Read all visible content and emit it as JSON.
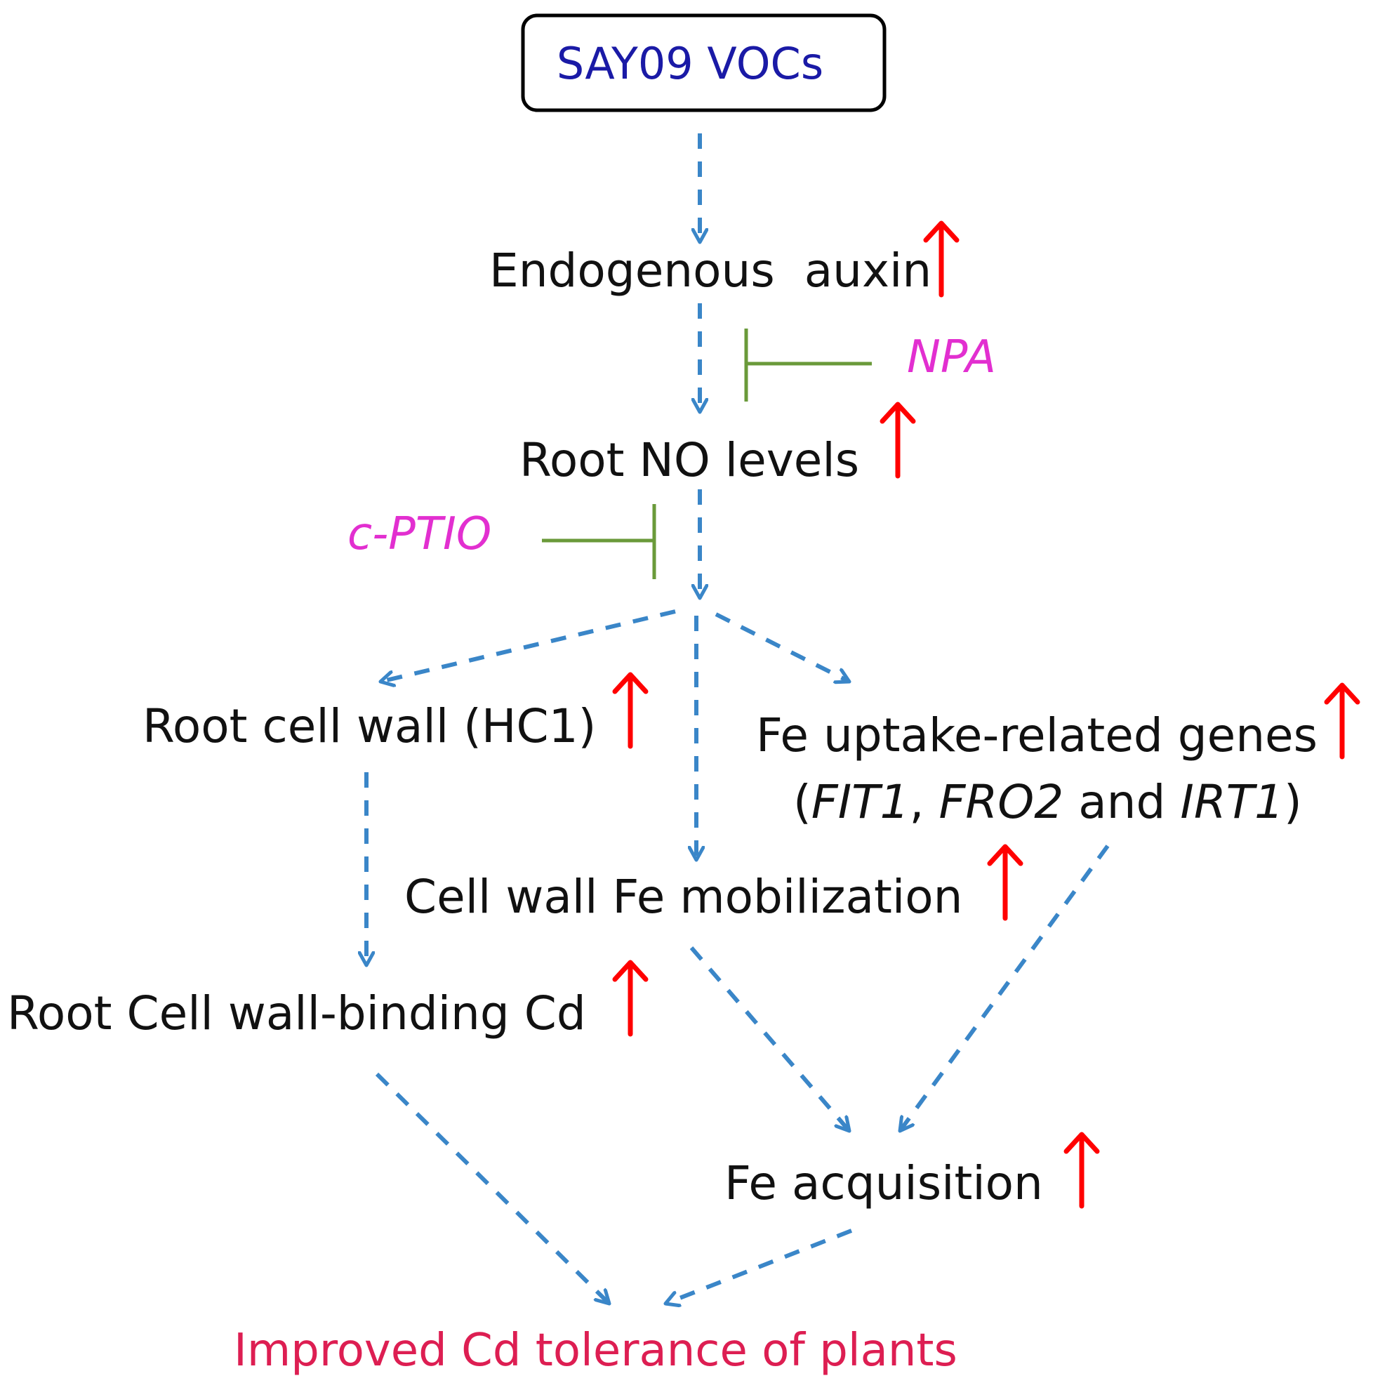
{
  "source": {
    "label": "SAY09 VOCs",
    "color": "#1a1aa6"
  },
  "nodes": {
    "auxin": "Endogenous  auxin",
    "no_levels": "Root NO levels",
    "cell_wall": "Root cell wall (HC1)",
    "fe_genes_title": "Fe uptake-related genes",
    "fe_genes_open": "(",
    "fe_genes_g1": "FIT1",
    "fe_genes_sep": ", ",
    "fe_genes_g2": "FRO2",
    "fe_genes_and": " and ",
    "fe_genes_g3": "IRT1",
    "fe_genes_close": ")",
    "fe_mobilization": "Cell wall Fe mobilization",
    "cd_binding": "Root Cell wall-binding Cd",
    "fe_acquisition": "Fe acquisition",
    "outcome": "Improved Cd tolerance of plants"
  },
  "inhibitors": {
    "npa": "NPA",
    "cptio": "c-PTIO"
  },
  "colors": {
    "arrow": "#3a86c8",
    "inhibitor_line": "#6a9a3a",
    "inhibitor_text": "#e22fd0",
    "up_arrow": "#ff0000",
    "outcome_text": "#dd1e52",
    "text": "#111111"
  },
  "icons": {
    "increase": "red-up-arrow-icon",
    "flow": "dashed-arrow",
    "inhibit": "t-bar-inhibition"
  }
}
